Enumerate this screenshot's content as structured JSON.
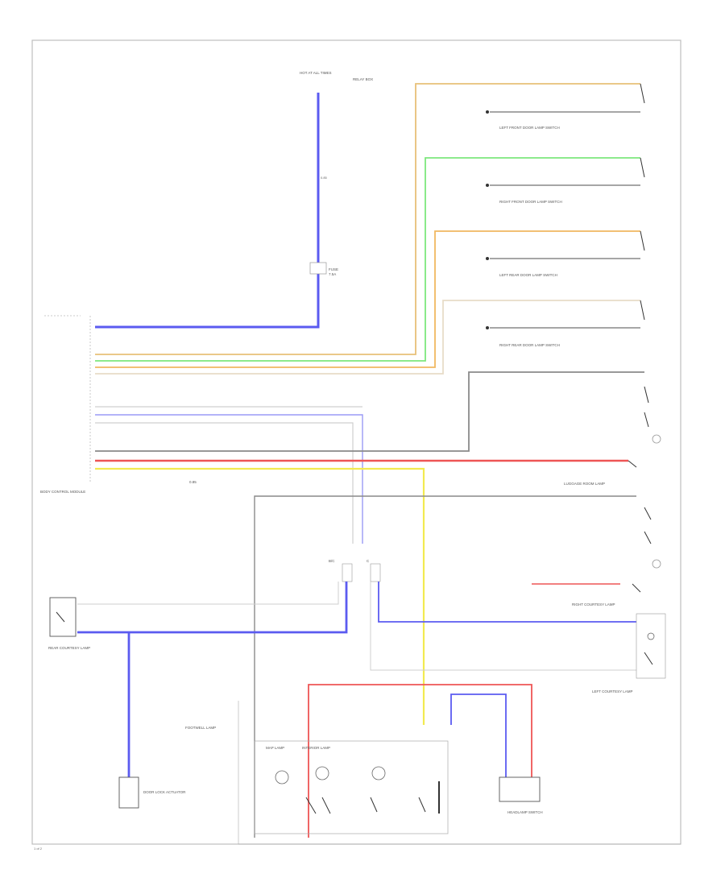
{
  "colors": {
    "blue": "#5b5bf0",
    "yellow_orange": "#e8c078",
    "green": "#7de87d",
    "orange": "#f0b860",
    "tan": "#e8dcc8",
    "gray": "#8a8a8a",
    "red": "#ee5555",
    "yellow": "#f2ea50",
    "light_blue": "#9a9af5",
    "light_gray": "#cfcfcf"
  },
  "labels": {
    "hot_at_all_times": "HOT AT ALL TIMES",
    "relay_box": "RELAY BOX",
    "fuse": "FUSE",
    "fuse_amp": "7.5A",
    "wire_size": "0.85",
    "left_front_door_lamp": "LEFT FRONT DOOR LAMP SWITCH",
    "right_front_door_lamp": "RIGHT FRONT DOOR LAMP SWITCH",
    "left_rear_door_lamp": "LEFT REAR DOOR LAMP SWITCH",
    "right_rear_door_lamp": "RIGHT REAR DOOR LAMP SWITCH",
    "rear_courtesy_lamp": "REAR COURTESY LAMP",
    "luggage_room_lamp": "LUGGAGE ROOM LAMP",
    "body_control_module": "BODY CONTROL MODULE",
    "door_lock_actuator": "DOOR LOCK ACTUATOR",
    "left_courtesy": "LEFT COURTESY LAMP",
    "right_courtesy": "RIGHT COURTESY LAMP",
    "headlamp_switch": "HEADLAMP SWITCH",
    "map_lamp": "MAP LAMP",
    "interior_lamp": "INTERIOR LAMP",
    "footwell": "FOOTWELL LAMP",
    "page_number": "1 of 2"
  }
}
